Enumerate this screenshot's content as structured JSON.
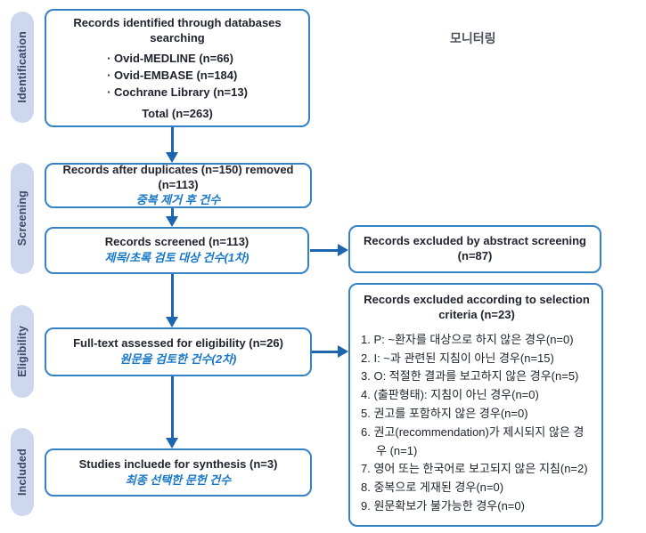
{
  "annotation": {
    "monitoring_label": "모니터링"
  },
  "stages": {
    "identification": "Identification",
    "screening": "Screening",
    "eligibility": "Eligibility",
    "included": "Included"
  },
  "flow": {
    "identified": {
      "title": "Records identified through databases searching",
      "bullets": [
        "· Ovid-MEDLINE (n=66)",
        "· Ovid-EMBASE (n=184)",
        "· Cochrane Library (n=13)"
      ],
      "total": "Total (n=263)"
    },
    "duplicates": {
      "en": "Records after duplicates (n=150) removed (n=113)",
      "ko": "중복 제거 후 건수"
    },
    "screened": {
      "en": "Records screened (n=113)",
      "ko": "제목/초록 검토 대상 건수(1차)"
    },
    "fulltext": {
      "en": "Full-text assessed for eligibility (n=26)",
      "ko": "원문을 검토한 건수(2차)"
    },
    "included_box": {
      "en": "Studies incluede for synthesis (n=3)",
      "ko": "최종 선택한 문헌 건수"
    }
  },
  "excluded": {
    "abstract": {
      "line1": "Records excluded by abstract screening",
      "line2": "(n=87)"
    },
    "criteria": {
      "title_line1": "Records excluded according to selection",
      "title_line2": "criteria (n=23)",
      "items": [
        "1. P: ~환자를 대상으로 하지 않은 경우(n=0)",
        "2. I: ~과 관련된 지침이 아닌 경우(n=15)",
        "3. O: 적절한 결과를 보고하지 않은 경우(n=5)",
        "4. (출판형태): 지침이 아닌 경우(n=0)",
        "5. 권고를 포함하지 않은 경우(n=0)",
        "6. 권고(recommendation)가 제시되지 않은 경우 (n=1)",
        "7. 영어 또는 한국어로 보고되지 않은 지침(n=2)",
        "8. 중복으로 게재된 경우(n=0)",
        "9. 원문확보가 불가능한 경우(n=0)"
      ]
    }
  },
  "colors": {
    "box_border": "#3583C6",
    "arrow": "#1D65AF",
    "korean_text": "#1878C8",
    "english_text": "#20242F",
    "stage_pill_bg": "#CDD8EE",
    "stage_pill_text": "#3C4668"
  }
}
